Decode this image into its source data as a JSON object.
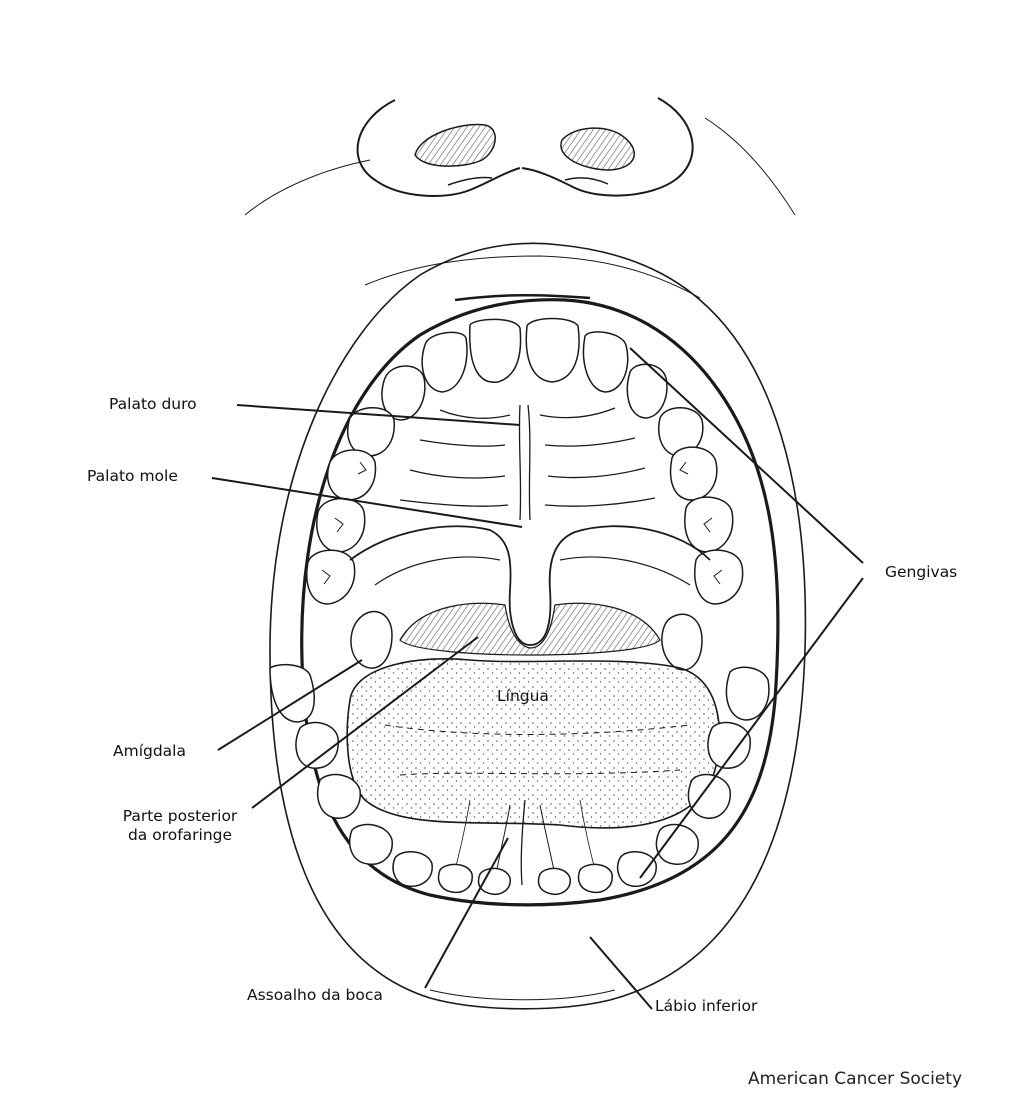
{
  "diagram": {
    "labels": {
      "hard_palate": "Palato duro",
      "soft_palate": "Palato mole",
      "gums": "Gengivas",
      "tongue": "Língua",
      "tonsil": "Amígdala",
      "oropharynx_line1": "Parte posterior",
      "oropharynx_line2": "da orofaringe",
      "floor_of_mouth": "Assoalho da boca",
      "lower_lip": "Lábio inferior"
    },
    "credit": "American Cancer Society",
    "colors": {
      "line": "#1a1a1a",
      "background": "#ffffff",
      "shade": "#9a9a9a"
    }
  }
}
